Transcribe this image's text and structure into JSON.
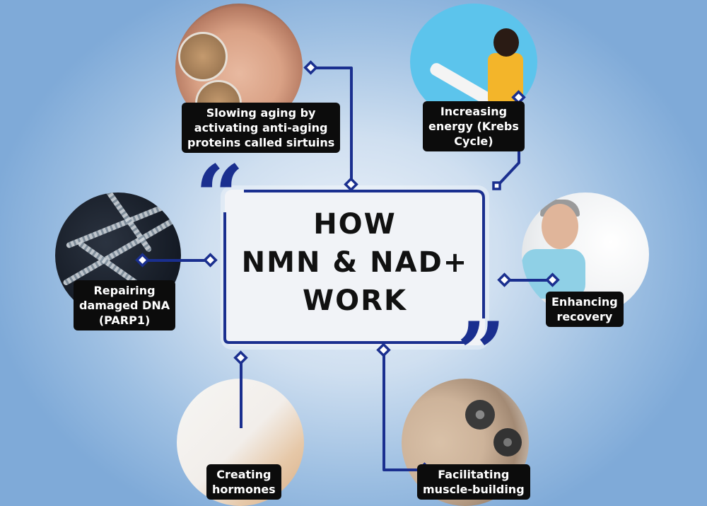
{
  "title": {
    "line1": "HOW",
    "line2": "NMN & NAD+",
    "line3": "WORK"
  },
  "quotes": {
    "open": "“",
    "close": "”"
  },
  "benefits": [
    {
      "id": "aging",
      "label_lines": [
        "Slowing aging by",
        "activating anti-aging",
        "proteins called sirtuins"
      ],
      "image": "woman-face-magnified-skin"
    },
    {
      "id": "energy",
      "label_lines": [
        "Increasing",
        "energy (Krebs",
        "Cycle)"
      ],
      "image": "woman-jumping-yellow-shirt"
    },
    {
      "id": "dna",
      "label_lines": [
        "Repairing",
        "damaged DNA",
        "(PARP1)"
      ],
      "image": "dna-helix"
    },
    {
      "id": "recovery",
      "label_lines": [
        "Enhancing",
        "recovery"
      ],
      "image": "man-resting-in-bed"
    },
    {
      "id": "hormones",
      "label_lines": [
        "Creating",
        "hormones"
      ],
      "image": "hands-with-molecule-structure"
    },
    {
      "id": "muscle",
      "label_lines": [
        "Facilitating",
        "muscle-building"
      ],
      "image": "woman-lifting-dumbbell"
    }
  ],
  "colors": {
    "connector": "#1a2f8f",
    "label_bg": "#0c0c0c",
    "label_text": "#ffffff",
    "center_box": "#f1f3f7",
    "background_edge": "#7faad8",
    "background_center": "#eef3fa"
  }
}
